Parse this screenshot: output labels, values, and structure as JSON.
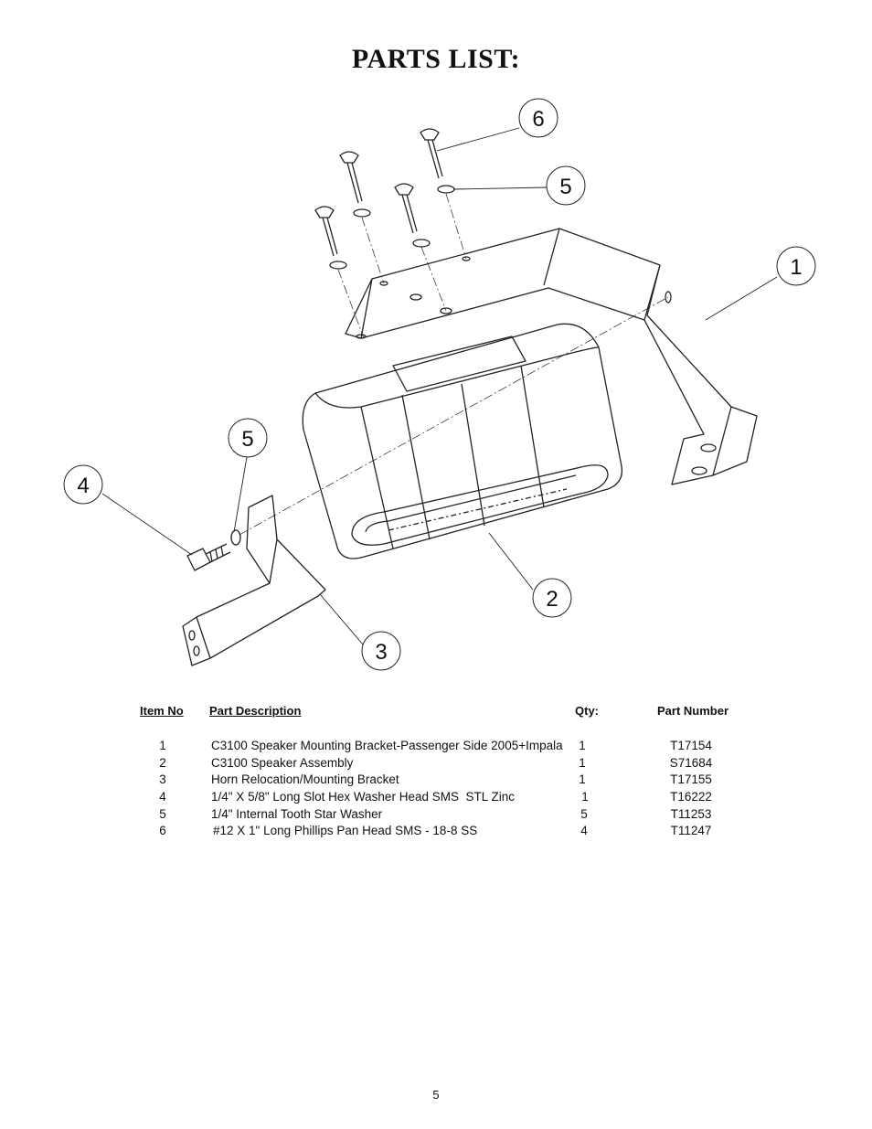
{
  "title": "PARTS LIST:",
  "callouts": [
    "6",
    "5",
    "1",
    "5",
    "4",
    "2",
    "3"
  ],
  "table": {
    "headers": {
      "item": "Item No",
      "description": "Part Description",
      "qty": "Qty:",
      "part_number": "Part Number"
    },
    "rows": [
      {
        "item": "1",
        "description": "C3100 Speaker Mounting Bracket-Passenger Side 2005+Impala",
        "qty": "1",
        "part_number": "T17154"
      },
      {
        "item": "2",
        "description": "C3100 Speaker Assembly",
        "qty": "1",
        "part_number": "S71684"
      },
      {
        "item": "3",
        "description": "Horn Relocation/Mounting Bracket",
        "qty": "1",
        "part_number": "T17155"
      },
      {
        "item": "4",
        "description": "1/4\" X 5/8\" Long Slot Hex Washer Head SMS  STL Zinc",
        "qty": "1",
        "part_number": "T16222"
      },
      {
        "item": "5",
        "description": "1/4\" Internal Tooth Star Washer",
        "qty": "5",
        "part_number": "T11253"
      },
      {
        "item": "6",
        "description": "#12 X 1\" Long Phillips Pan Head SMS - 18-8 SS",
        "qty": "4",
        "part_number": "T11247"
      }
    ]
  },
  "page_number": "5"
}
